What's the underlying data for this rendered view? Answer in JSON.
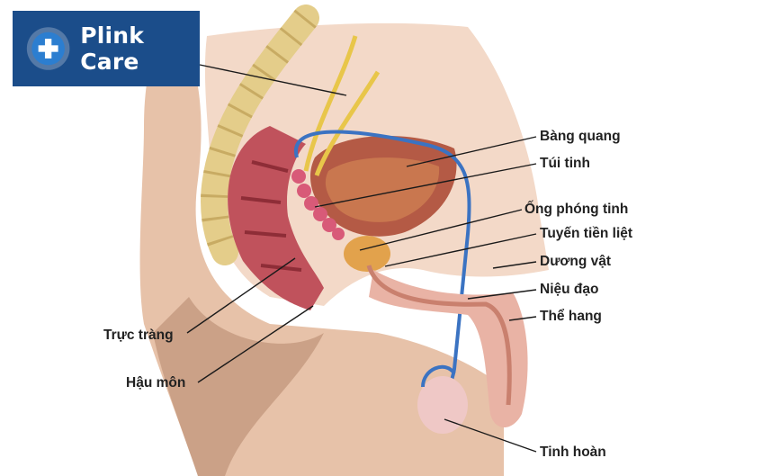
{
  "brand": {
    "name": "Plink Care",
    "logo_icon": "medical-cross-icon",
    "color": "#1b4d8a"
  },
  "labels": {
    "bladder": "Bàng quang",
    "seminal_vesicle": "Túi tinh",
    "ejaculatory_duct": "Ống phóng tinh",
    "prostate": "Tuyến tiền liệt",
    "penis": "Dương vật",
    "urethra": "Niệu đạo",
    "corpus_cavernosum": "Thể hang",
    "rectum": "Trực tràng",
    "anus": "Hậu môn",
    "testis": "Tinh hoàn"
  }
}
